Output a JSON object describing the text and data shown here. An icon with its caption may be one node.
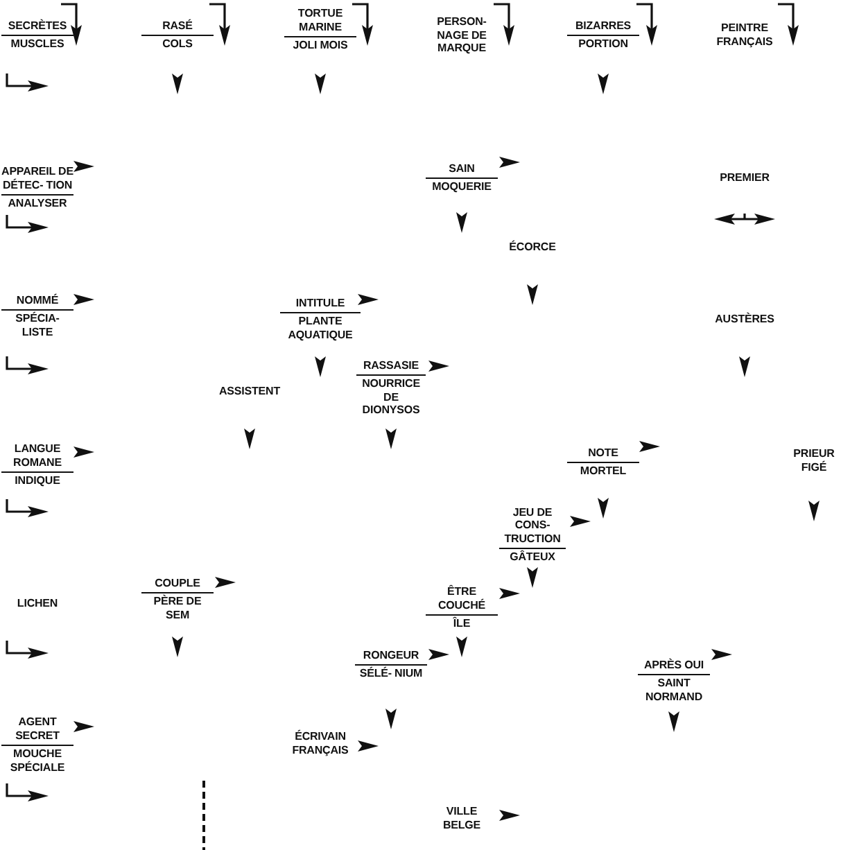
{
  "diagram": {
    "labels": [
      "SECRÈTES",
      "MUSCLES",
      "RASÉ",
      "COLS",
      "TORTUE MARINE",
      "JOLI MOIS",
      "PERSON- NAGE DE MARQUE",
      "BIZARRES",
      "PORTION",
      "PEINTRE FRANÇAIS",
      "APPAREIL DE DÉTEC- TION",
      "ANALYSER",
      "SAIN",
      "MOQUERIE",
      "PREMIER",
      "ÉCORCE",
      "NOMMÉ",
      "SPÉCIA- LISTE",
      "INTITULE",
      "PLANTE AQUATIQUE",
      "AUSTÈRES",
      "RASSASIE",
      "NOURRICE DE DIONYSOS",
      "ASSISTENT",
      "LANGUE ROMANE",
      "INDIQUE",
      "NOTE",
      "MORTEL",
      "PRIEUR FIGÉ",
      "JEU DE CONS- TRUCTION",
      "GÂTEUX",
      "COUPLE",
      "PÈRE DE SEM",
      "LICHEN",
      "ÊTRE COUCHÉ",
      "ÎLE",
      "RONGEUR",
      "SÉLÉ- NIUM",
      "APRÈS OUI",
      "SAINT NORMAND",
      "AGENT SECRET",
      "MOUCHE SPÉCIALE",
      "ÉCRIVAIN FRANÇAIS",
      "VILLE BELGE"
    ]
  }
}
